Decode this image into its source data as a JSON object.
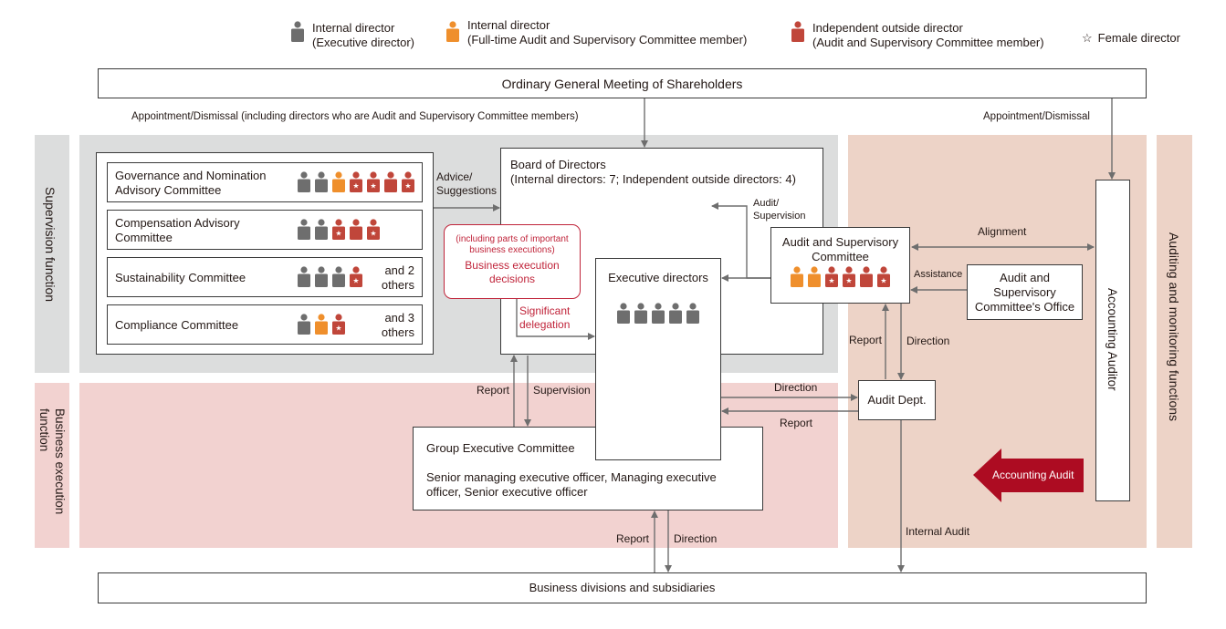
{
  "colors": {
    "internal_exec": "#6e6e6e",
    "internal_audit": "#ef8f2c",
    "independent": "#c0463a",
    "accent_red": "#ad0c22",
    "supervision_bg": "#dcdddd",
    "business_bg": "#f2d2d0",
    "audit_bg": "#edd3c7"
  },
  "legend": {
    "items": [
      {
        "icon": "internal-director-person-icon",
        "type": "internal_exec",
        "line1": "Internal director",
        "line2": "(Executive director)"
      },
      {
        "icon": "audit-member-person-icon",
        "type": "internal_audit",
        "line1": "Internal director",
        "line2": "(Full-time Audit and Supervisory Committee member)"
      },
      {
        "icon": "independent-director-person-icon",
        "type": "independent",
        "line1": "Independent outside director",
        "line2": "(Audit and Supervisory Committee member)"
      }
    ],
    "female": {
      "symbol": "☆",
      "label": "Female director"
    }
  },
  "shareholders": {
    "label": "Ordinary General Meeting of Shareholders"
  },
  "appointment_left": "Appointment/Dismissal (including directors who are Audit and Supervisory Committee members)",
  "appointment_right": "Appointment/Dismissal",
  "functions": {
    "supervision": "Supervision function",
    "business": "Business execution function",
    "auditing": "Auditing and monitoring functions"
  },
  "committees": [
    {
      "name": "Governance and Nomination Advisory Committee",
      "members": [
        "internal_exec",
        "internal_exec",
        "internal_audit",
        "independent*",
        "independent*",
        "independent",
        "independent*"
      ],
      "extra": ""
    },
    {
      "name": "Compensation Advisory Committee",
      "members": [
        "internal_exec",
        "internal_exec",
        "independent*",
        "independent",
        "independent*"
      ],
      "extra": ""
    },
    {
      "name": "Sustainability Committee",
      "members": [
        "internal_exec",
        "internal_exec",
        "internal_exec",
        "independent*"
      ],
      "extra": "and 2 others"
    },
    {
      "name": "Compliance Committee",
      "members": [
        "internal_exec",
        "internal_audit",
        "independent*"
      ],
      "extra": "and 3 others"
    }
  ],
  "advice": "Advice/ Suggestions",
  "board": {
    "title": "Board of Directors",
    "subtitle": "(Internal directors: 7; Independent outside directors: 4)"
  },
  "business_decisions": {
    "note": "(including parts of important business executions)",
    "label": "Business execution decisions"
  },
  "significant_delegation": "Significant delegation",
  "audit_supervision": "Audit/ Supervision",
  "executive_directors": {
    "title": "Executive directors",
    "members": [
      "internal_exec",
      "internal_exec",
      "internal_exec",
      "internal_exec",
      "internal_exec"
    ]
  },
  "audit_committee": {
    "title": "Audit and Supervisory Committee",
    "members": [
      "internal_audit",
      "internal_audit",
      "independent*",
      "independent*",
      "independent",
      "independent*"
    ]
  },
  "alignment": "Alignment",
  "assistance": "Assistance",
  "audit_office": "Audit and Supervisory Committee's Office",
  "accounting_auditor": "Accounting Auditor",
  "audit_dept": "Audit Dept.",
  "labels": {
    "report": "Report",
    "direction": "Direction",
    "supervision": "Supervision",
    "internal_audit": "Internal Audit"
  },
  "accounting_audit": "Accounting Audit",
  "group_exec": {
    "title": "Group Executive Committee",
    "body": "Senior managing executive officer, Managing executive officer, Senior executive officer"
  },
  "business_divisions": "Business divisions and subsidiaries"
}
